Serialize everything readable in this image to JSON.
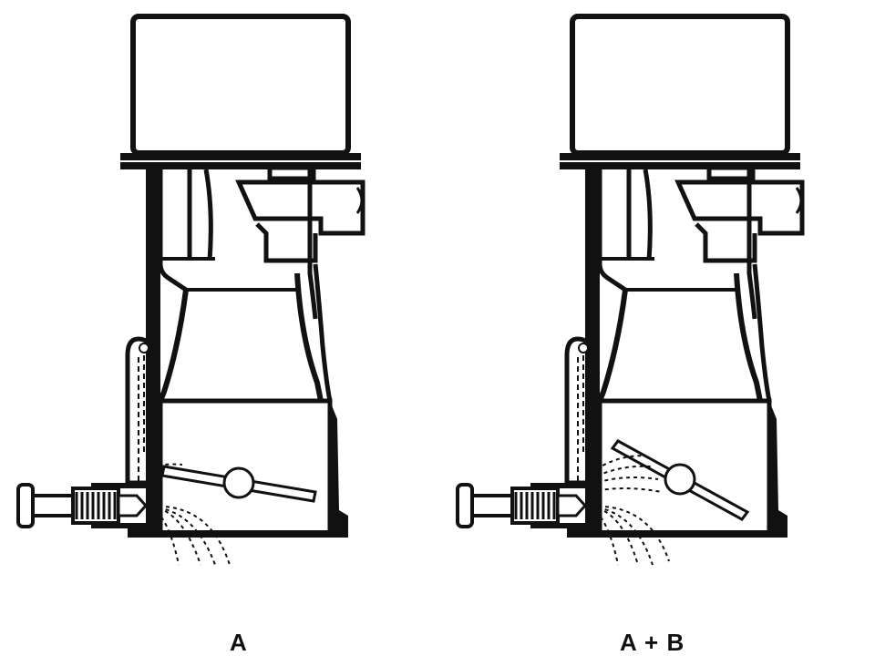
{
  "figures": [
    {
      "id": "left",
      "caption": "A"
    },
    {
      "id": "right",
      "caption": "A + B"
    }
  ],
  "colors": {
    "ink": "#111111",
    "paper": "#ffffff"
  }
}
